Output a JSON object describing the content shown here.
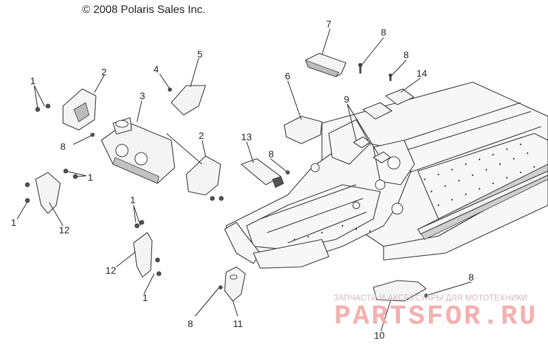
{
  "copyright": "© 2008 Polaris Sales Inc.",
  "callouts": [
    {
      "id": "c7",
      "label": "7"
    },
    {
      "id": "c8a",
      "label": "8"
    },
    {
      "id": "c8b",
      "label": "8"
    },
    {
      "id": "c14",
      "label": "14"
    },
    {
      "id": "c6",
      "label": "6"
    },
    {
      "id": "c9",
      "label": "9"
    },
    {
      "id": "c5",
      "label": "5"
    },
    {
      "id": "c4",
      "label": "4"
    },
    {
      "id": "c2a",
      "label": "2"
    },
    {
      "id": "c1a",
      "label": "1"
    },
    {
      "id": "c3",
      "label": "3"
    },
    {
      "id": "c8c",
      "label": "8"
    },
    {
      "id": "c2b",
      "label": "2"
    },
    {
      "id": "c13",
      "label": "13"
    },
    {
      "id": "c8d",
      "label": "8"
    },
    {
      "id": "c1b",
      "label": "1"
    },
    {
      "id": "c1c",
      "label": "1"
    },
    {
      "id": "c12a",
      "label": "12"
    },
    {
      "id": "c1d",
      "label": "1"
    },
    {
      "id": "c12b",
      "label": "12"
    },
    {
      "id": "c1e",
      "label": "1"
    },
    {
      "id": "c8e",
      "label": "8"
    },
    {
      "id": "c11",
      "label": "11"
    },
    {
      "id": "c8f",
      "label": "8"
    },
    {
      "id": "c10",
      "label": "10"
    }
  ],
  "watermark": {
    "subtitle": "ЗАПЧАСТИ И АКСЕССУАРЫ ДЛЯ МОТОТЕХНИКИ",
    "brand": "PARTSFOR.RU"
  }
}
